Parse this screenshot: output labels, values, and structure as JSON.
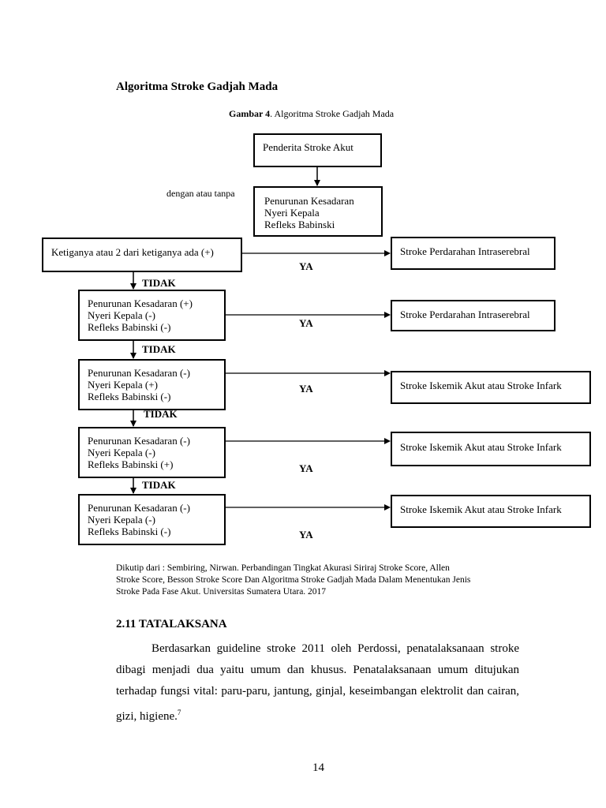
{
  "doc": {
    "section_heading": "Algoritma Stroke Gadjah Mada",
    "figure_caption_bold": "Gambar 4",
    "figure_caption_rest": ". Algoritma Stroke Gadjah Mada",
    "flowchart": {
      "start_box": "Penderita Stroke Akut",
      "side_note": "dengan atau tanpa",
      "symptoms_box": [
        "Penurunan Kesadaran",
        "Nyeri Kepala",
        "Refleks Babinski"
      ],
      "criteria_box": "Ketiganya atau 2 dari ketiganya ada (+)",
      "yes_label": "YA",
      "no_label": "TIDAK",
      "outcomes": [
        "Stroke Perdarahan Intraserebral",
        "Stroke Perdarahan Intraserebral",
        "Stroke Iskemik Akut atau Stroke Infark",
        "Stroke Iskemik Akut atau Stroke Infark",
        "Stroke Iskemik Akut atau Stroke Infark"
      ],
      "condition_boxes": [
        [
          "Penurunan Kesadaran (+)",
          "Nyeri Kepala (-)",
          "Refleks Babinski (-)"
        ],
        [
          "Penurunan Kesadaran (-)",
          "Nyeri Kepala (+)",
          "Refleks Babinski (-)"
        ],
        [
          "Penurunan Kesadaran (-)",
          "Nyeri Kepala (-)",
          "Refleks Babinski (+)"
        ],
        [
          "Penurunan Kesadaran (-)",
          "Nyeri Kepala (-)",
          "Refleks Babinski (-)"
        ]
      ]
    },
    "citation": [
      "Dikutip dari : Sembiring, Nirwan. Perbandingan Tingkat Akurasi Siriraj Stroke Score, Allen",
      "Stroke Score, Besson Stroke Score Dan Algoritma Stroke Gadjah Mada Dalam Menentukan Jenis",
      "Stroke Pada Fase Akut. Universitas Sumatera Utara. 2017"
    ],
    "subsection_heading": "2.11 TATALAKSANA",
    "paragraph": "Berdasarkan guideline stroke 2011 oleh Perdossi, penatalaksanaan stroke dibagi menjadi dua yaitu umum dan khusus. Penatalaksanaan umum ditujukan terhadap fungsi vital: paru-paru, jantung, ginjal, keseimbangan elektrolit dan cairan, gizi, higiene.",
    "footnote_ref": "7",
    "page_number": "14"
  }
}
